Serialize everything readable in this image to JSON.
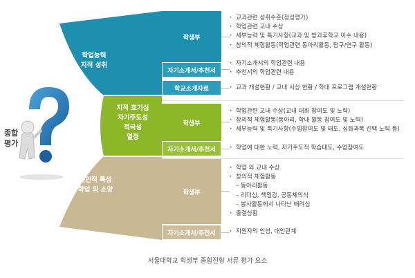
{
  "left_label": [
    "종합",
    "평가"
  ],
  "segments": [
    {
      "label": [
        "학업능력",
        "지적 성취"
      ],
      "color": "#1f8fb0"
    },
    {
      "label": [
        "지적 호기심",
        "자기주도성",
        "적극성",
        "열정"
      ],
      "color": "#8cb729"
    },
    {
      "label": [
        "개인적 특성",
        "학업 외 소양"
      ],
      "color": "#c9b894"
    }
  ],
  "rows": [
    {
      "source": "학생부",
      "items": [
        {
          "t": "b",
          "text": "교과관련 성취수준(정성평가)"
        },
        {
          "t": "b",
          "text": "학업관련 교내 수상"
        },
        {
          "t": "b",
          "text": "세부능력 및 특기사항(교과 및 방과후학교 이수 내용)"
        },
        {
          "t": "b",
          "text": "창의적 체험활동(학업관련 동아리활동, 탐구/연구 활동)"
        }
      ]
    },
    {
      "source": "자기소개서/추천서",
      "items": [
        {
          "t": "b",
          "text": "자기소개서의 학업관련 내용"
        },
        {
          "t": "b",
          "text": "추천서의 학업관련 내용"
        }
      ]
    },
    {
      "source": "학교소개자료",
      "items": [
        {
          "t": "b",
          "text": "교과 개설현황 / 교내 시상 현황 / 학내 프로그램 개설현황"
        }
      ]
    },
    {
      "source": "학생부",
      "items": [
        {
          "t": "b",
          "text": "학업관련 교내 수상(교내 대회 참여도 및 노력)"
        },
        {
          "t": "b",
          "text": "창의적 체험활동(동아리, 학내 활동 참여도 및 노력)"
        },
        {
          "t": "b",
          "text": "세부능력 및 특기사항(수업참여도 및 태도, 심화과목 선택 노력 등)"
        }
      ]
    },
    {
      "source": "자기소개서/추천서",
      "items": [
        {
          "t": "b",
          "text": "학업에 대한 노력, 자기주도적 학습태도, 수업참여도"
        }
      ]
    },
    {
      "source": "학생부",
      "items": [
        {
          "t": "b",
          "text": "학업 외 교내 수상"
        },
        {
          "t": "b",
          "text": "창의적 체험활동"
        },
        {
          "t": "d",
          "text": "동아리활동"
        },
        {
          "t": "d",
          "text": "리더십, 책임감, 공동체의식"
        },
        {
          "t": "d",
          "text": "봉사활동에서 나타난 배려심"
        },
        {
          "t": "b",
          "text": "출결상황"
        }
      ]
    },
    {
      "source": "자기소개서/추천서",
      "items": [
        {
          "t": "b",
          "text": "지원자의 인성, 대인관계"
        }
      ]
    }
  ],
  "caption": "서울대학교 학생부 종합전형 서류 평가 요소",
  "icons": {
    "figure": "question-mark-figure-icon"
  }
}
